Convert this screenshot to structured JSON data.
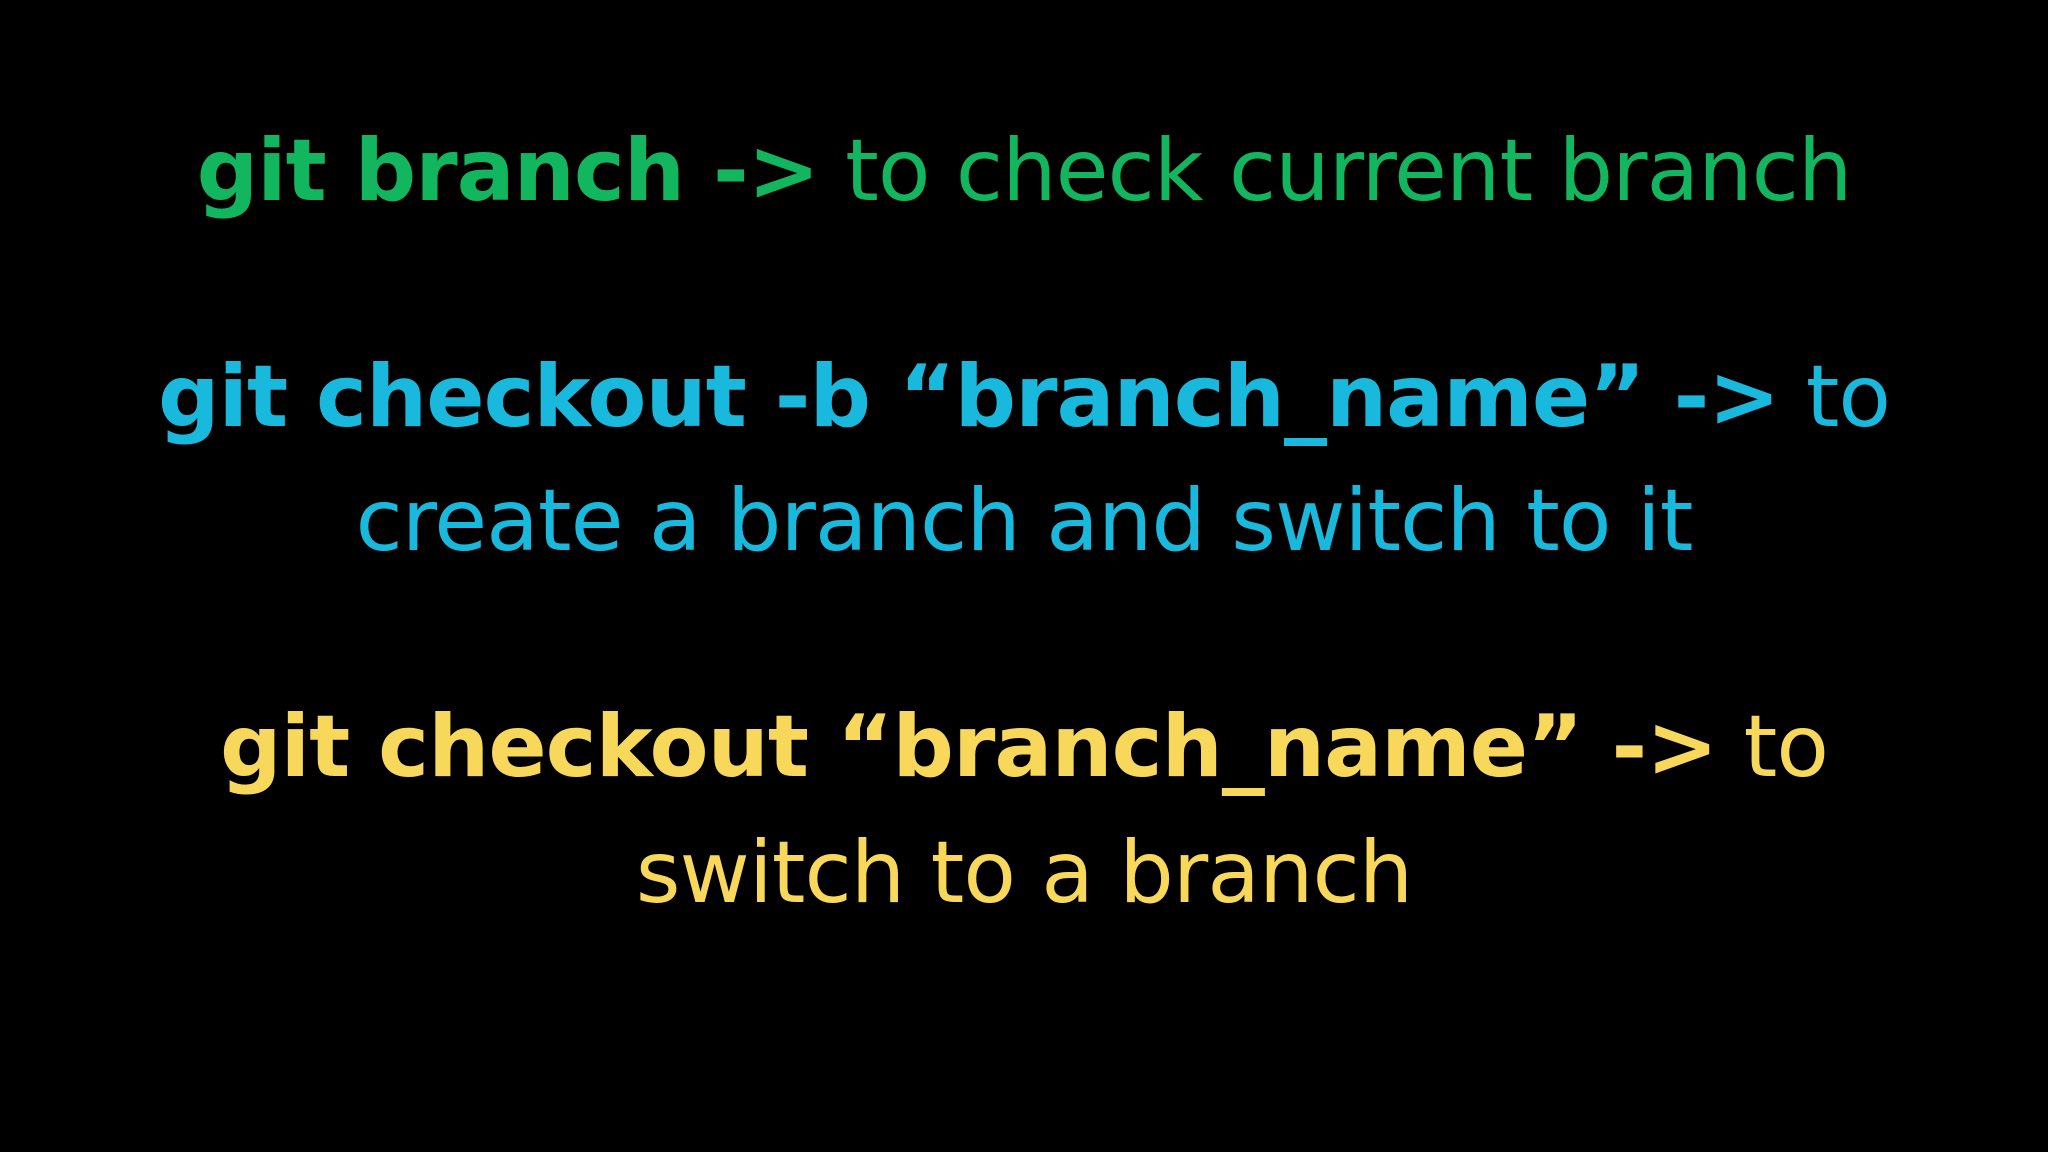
{
  "colors": {
    "background": "#000000",
    "green": "#12b65f",
    "blue": "#18b9dd",
    "yellow": "#f7d85a"
  },
  "items": [
    {
      "command": "git branch ->",
      "desc_line1": "to check current branch"
    },
    {
      "command": "git checkout -b “branch_name” ->",
      "desc_line1": "to",
      "desc_line2": "create a branch and switch to it"
    },
    {
      "command": "git checkout “branch_name” ->",
      "desc_line1": "to",
      "desc_line2": "switch to a branch"
    }
  ]
}
